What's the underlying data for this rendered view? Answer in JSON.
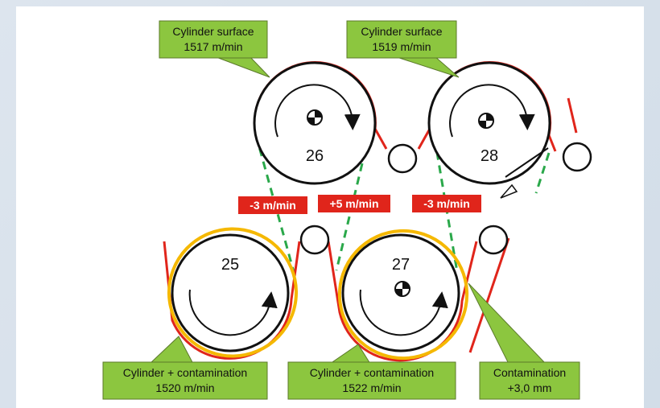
{
  "rolls": {
    "r26": {
      "label": "26"
    },
    "r28": {
      "label": "28"
    },
    "r25": {
      "label": "25"
    },
    "r27": {
      "label": "27"
    }
  },
  "callouts": {
    "top_left": {
      "line1": "Cylinder surface",
      "line2": "1517 m/min"
    },
    "top_right": {
      "line1": "Cylinder surface",
      "line2": "1519 m/min"
    },
    "bottom_left": {
      "line1": "Cylinder + contamination",
      "line2": "1520 m/min"
    },
    "bottom_mid": {
      "line1": "Cylinder + contamination",
      "line2": "1522 m/min"
    },
    "bottom_right": {
      "line1": "Contamination",
      "line2": "+3,0 mm"
    }
  },
  "speed_diffs": {
    "left": "-3 m/min",
    "mid": "+5 m/min",
    "right": "-3 m/min"
  },
  "colors": {
    "callout_fill": "#8cc63f",
    "speed_badge": "#e0251b",
    "felt_red": "#e0251b",
    "contamination_yellow": "#f5b800",
    "dashed_green": "#2aa84a"
  }
}
